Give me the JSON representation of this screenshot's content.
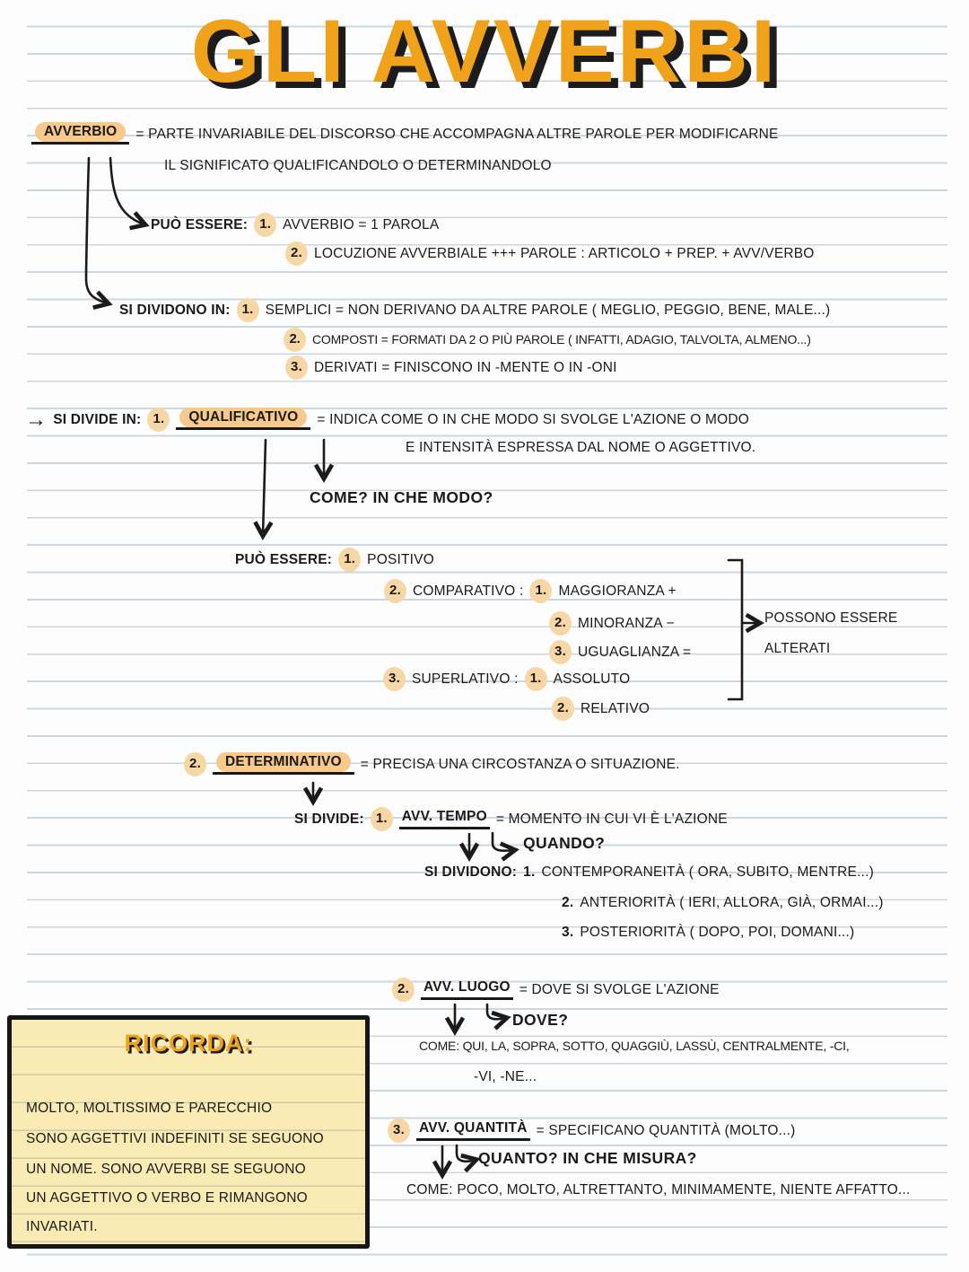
{
  "title": "GLI AVVERBI",
  "colors": {
    "title_orange": "#f1a21b",
    "hl": "#f7c98b",
    "num_hl": "#f8d7a6",
    "box_bg": "#faebb4",
    "rule": "#cbd8e2",
    "ink": "#1a1a1a"
  },
  "definition": {
    "term": "AVVERBIO",
    "text1": "= PARTE INVARIABILE DEL DISCORSO CHE ACCOMPAGNA ALTRE PAROLE PER MODIFICARNE",
    "text2": "IL SIGNIFICATO QUALIFICANDOLO O DETERMINANDOLO"
  },
  "forms": {
    "label": "PUÒ ESSERE:",
    "items": [
      {
        "num": "1.",
        "text": "AVVERBIO = 1 PAROLA"
      },
      {
        "num": "2.",
        "text": "LOCUZIONE AVVERBIALE +++ PAROLE : ARTICOLO + PREP. + AVV/VERBO"
      }
    ]
  },
  "divisions": {
    "label": "SI DIVIDONO IN:",
    "items": [
      {
        "num": "1.",
        "text": "SEMPLICI = NON DERIVANO DA ALTRE PAROLE ( MEGLIO, PEGGIO, BENE, MALE...)"
      },
      {
        "num": "2.",
        "text": "COMPOSTI = FORMATI DA 2 O PIÙ PAROLE ( INFATTI, ADAGIO, TALVOLTA, ALMENO...)"
      },
      {
        "num": "3.",
        "text": "DERIVATI = FINISCONO IN -MENTE O IN -ONI"
      }
    ]
  },
  "qualificativo": {
    "arrow": "→",
    "label": "SI DIVIDE IN:",
    "num": "1.",
    "term": "QUALIFICATIVO",
    "def1": "= INDICA COME O IN CHE MODO SI SVOLGE L'AZIONE O MODO",
    "def2": "E INTENSITÀ ESPRESSA DAL NOME O AGGETTIVO.",
    "question": "COME? IN CHE MODO?",
    "grades": {
      "label": "PUÒ ESSERE:",
      "positivo": {
        "num": "1.",
        "text": "POSITIVO"
      },
      "comparativo": {
        "num": "2.",
        "label": "COMPARATIVO :",
        "items": [
          {
            "num": "1.",
            "text": "MAGGIORANZA +"
          },
          {
            "num": "2.",
            "text": "MINORANZA −"
          },
          {
            "num": "3.",
            "text": "UGUAGLIANZA ="
          }
        ]
      },
      "superlativo": {
        "num": "3.",
        "label": "SUPERLATIVO :",
        "items": [
          {
            "num": "1.",
            "text": "ASSOLUTO"
          },
          {
            "num": "2.",
            "text": "RELATIVO"
          }
        ]
      },
      "note_line1": "POSSONO ESSERE",
      "note_line2": "ALTERATI"
    }
  },
  "determinativo": {
    "num": "2.",
    "term": "DETERMINATIVO",
    "def": "= PRECISA UNA CIRCOSTANZA O SITUAZIONE.",
    "tempo": {
      "label": "SI DIVIDE:",
      "num": "1.",
      "term": "AVV. TEMPO",
      "def": "= MOMENTO IN CUI VI È L'AZIONE",
      "question": "QUANDO?",
      "sub_label": "SI DIVIDONO:",
      "items": [
        {
          "num": "1.",
          "text": "CONTEMPORANEITÀ ( ORA, SUBITO, MENTRE...)"
        },
        {
          "num": "2.",
          "text": "ANTERIORITÀ ( IERI, ALLORA, GIÀ, ORMAI...)"
        },
        {
          "num": "3.",
          "text": "POSTERIORITÀ ( DOPO, POI, DOMANI...)"
        }
      ]
    },
    "luogo": {
      "num": "2.",
      "term": "AVV. LUOGO",
      "def": "= DOVE SI SVOLGE L'AZIONE",
      "question": "DOVE?",
      "examples_line1": "COME: QUI, LA, SOPRA, SOTTO, QUAGGIÙ, LASSÙ, CENTRALMENTE, -CI,",
      "examples_line2": "-VI, -NE..."
    },
    "quantita": {
      "num": "3.",
      "term": "AVV. QUANTITÀ",
      "def": "= SPECIFICANO QUANTITÀ (MOLTO...)",
      "question": "QUANTO? IN CHE MISURA?",
      "examples": "COME: POCO, MOLTO, ALTRETTANTO, MINIMAMENTE, NIENTE AFFATTO..."
    }
  },
  "ricorda": {
    "title": "RICORDA:",
    "lines": [
      "MOLTO, MOLTISSIMO E PARECCHIO",
      "SONO AGGETTIVI INDEFINITI SE SEGUONO",
      "UN NOME. SONO AVVERBI SE SEGUONO",
      "UN AGGETTIVO O VERBO E RIMANGONO",
      "INVARIATI."
    ]
  }
}
